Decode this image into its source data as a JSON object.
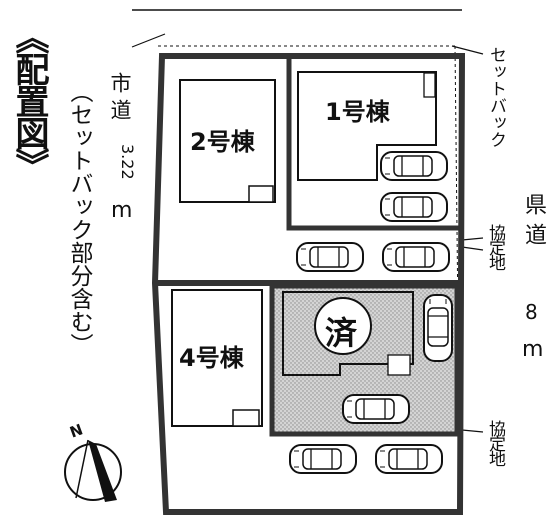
{
  "title": "《配置図》",
  "left_road": {
    "name": "市道",
    "width": "3.22",
    "unit": "m",
    "note": "（セットバック部分含む）"
  },
  "right_road": {
    "name": "県道",
    "width": "8",
    "unit": "m"
  },
  "setback_label": "セットバック",
  "agreement_label_1": "協定地",
  "agreement_label_2": "協定地",
  "lots": [
    {
      "id": "lot-1",
      "label": "1号棟",
      "sold": false
    },
    {
      "id": "lot-2",
      "label": "2号棟",
      "sold": false
    },
    {
      "id": "lot-3",
      "label": "",
      "sold": true,
      "sold_label": "済"
    },
    {
      "id": "lot-4",
      "label": "4号棟",
      "sold": false
    }
  ],
  "north_label": "N",
  "colors": {
    "ink": "#111111",
    "sold_fill": "#c9c9c9",
    "background": "#ffffff"
  }
}
